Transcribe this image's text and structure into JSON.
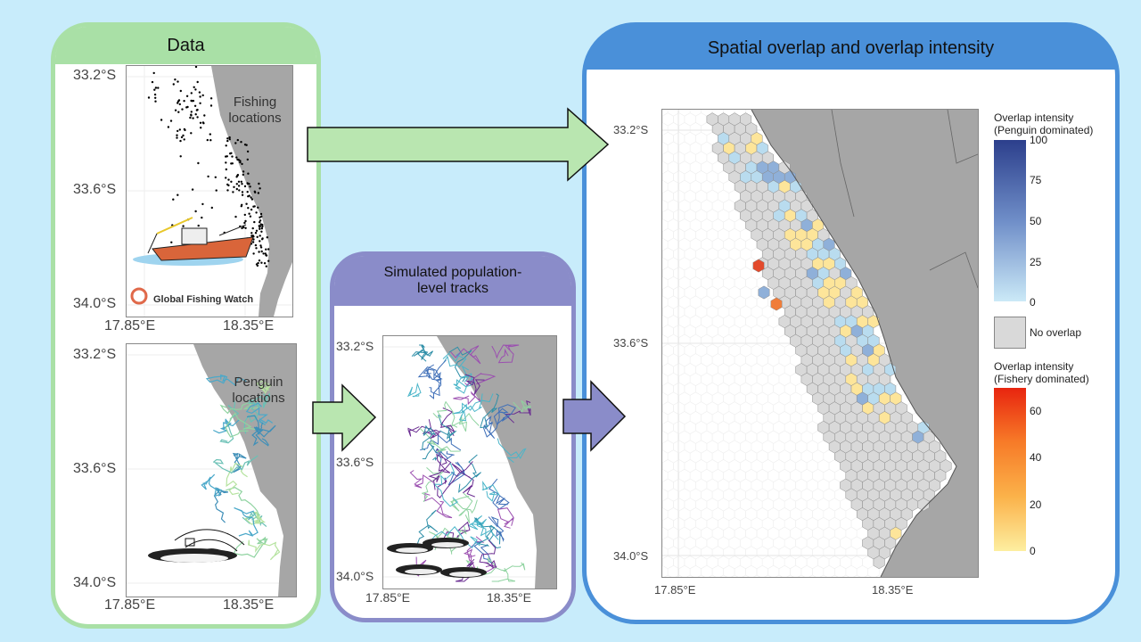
{
  "data_panel": {
    "title": "Data",
    "fishing_label": "Fishing\nlocations",
    "penguin_label": "Penguin\nlocations",
    "gfw_logo_text": "Global Fishing Watch",
    "y_ticks": [
      "33.2°S",
      "33.6°S",
      "34.0°S"
    ],
    "x_ticks": [
      "17.85°E",
      "18.35°E"
    ]
  },
  "sim_panel": {
    "title_line1": "Simulated population-",
    "title_line2": "level tracks",
    "y_ticks": [
      "33.2°S",
      "33.6°S",
      "34.0°S"
    ],
    "x_ticks": [
      "17.85°E",
      "18.35°E"
    ]
  },
  "overlap_panel": {
    "title": "Spatial overlap and overlap intensity",
    "y_ticks": [
      "33.2°S",
      "33.6°S",
      "34.0°S"
    ],
    "x_ticks": [
      "17.85°E",
      "18.35°E"
    ],
    "legend_penguin_title_1": "Overlap intensity",
    "legend_penguin_title_2": "(Penguin dominated)",
    "legend_penguin_ticks": [
      "100",
      "75",
      "50",
      "25",
      "0"
    ],
    "legend_no_overlap": "No overlap",
    "legend_fishery_title_1": "Overlap intensity",
    "legend_fishery_title_2": "(Fishery dominated)",
    "legend_fishery_ticks": [
      "60",
      "40",
      "20",
      "0"
    ]
  },
  "colors": {
    "data_border": "#a9e0a6",
    "sim_border": "#8a8cc9",
    "overlap_border": "#4a90d9",
    "land": "#a6a6a6",
    "arrow_green": "#b9e6b0",
    "arrow_purple": "#8a8cc9",
    "hex_none": "#d9d9d9"
  }
}
